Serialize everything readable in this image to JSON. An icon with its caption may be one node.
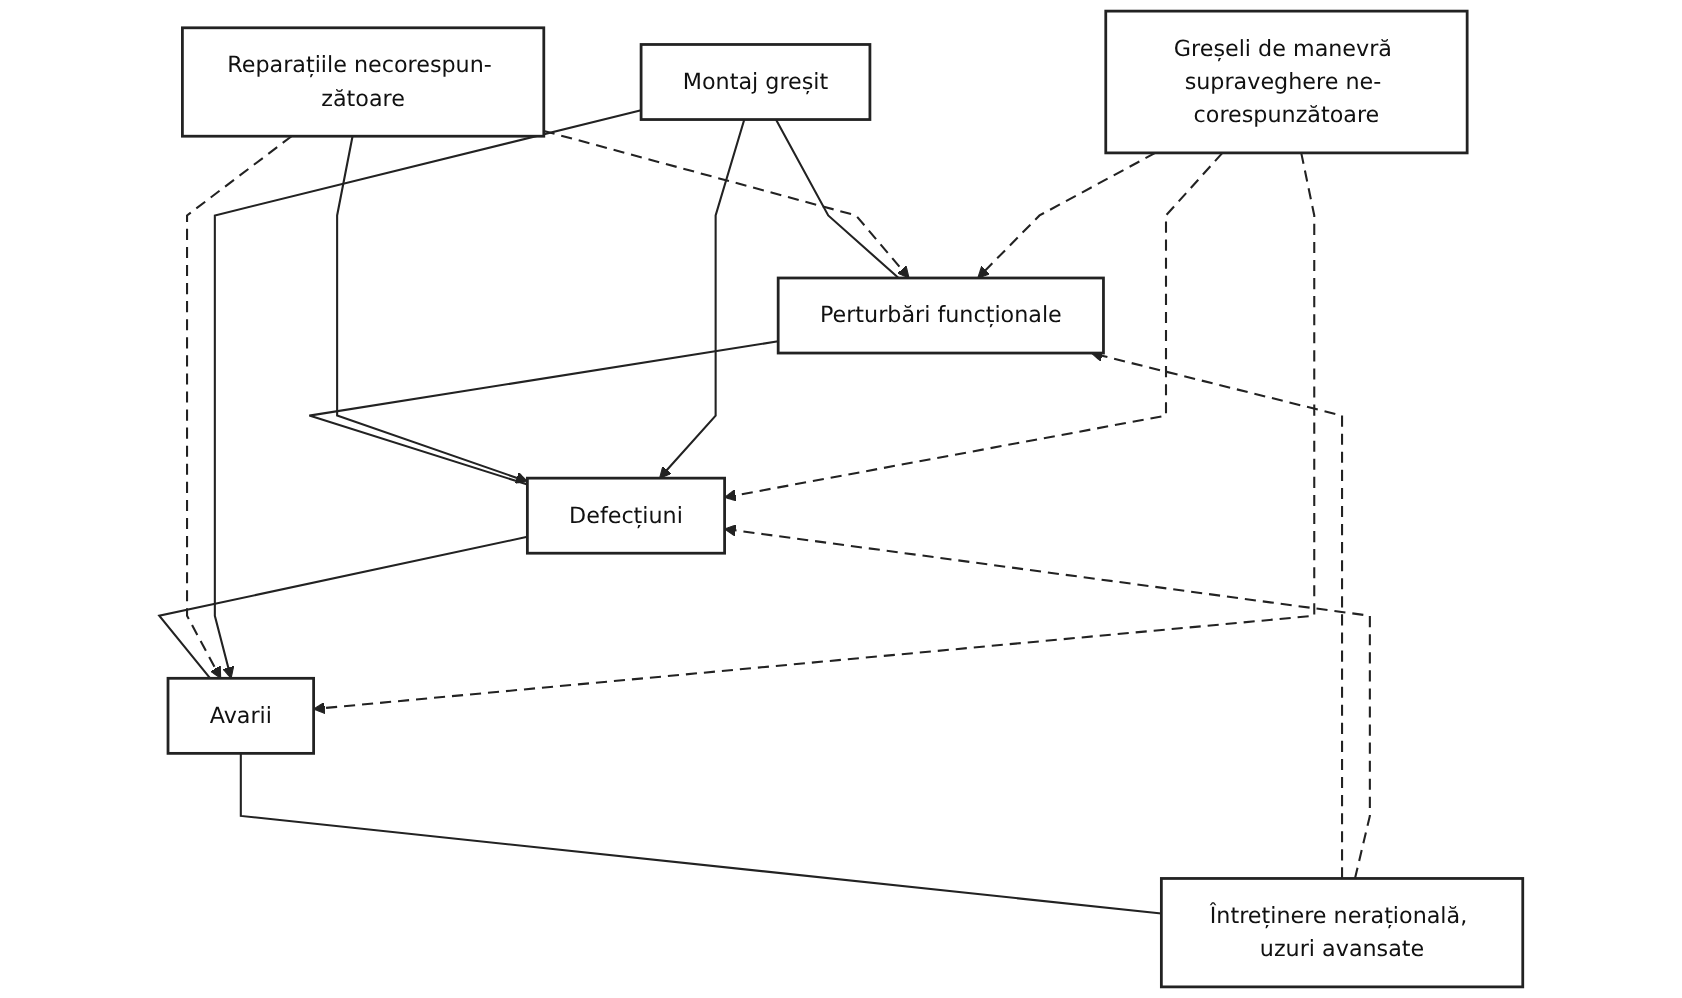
{
  "diagram": {
    "nodes": [
      {
        "text": [
          "Reparațiile necorespun- zătoare"
        ]
      },
      {
        "text": [
          "Montaj greșit"
        ]
      },
      {
        "text": [
          "Perturbări funcționale"
        ]
      },
      {
        "text": [
          "Defecțiuni"
        ]
      },
      {
        "text": [
          "Avarii"
        ]
      },
      {
        "text": [
          "Întreținere nerațională, uzuri avansate"
        ]
      },
      {
        "text": [
          "Greșeli de manevră supraveghere ne- corespunzătoare"
        ]
      }
    ],
    "edges": [
      {
        "from": 1,
        "to": 2,
        "arrow": "none"
      },
      {
        "from": 2,
        "to": 3,
        "arrow": "none"
      },
      {
        "from": 3,
        "to": 4,
        "arrow": "none"
      },
      {
        "from": 4,
        "to": 5,
        "arrow": "none"
      },
      {
        "from": 0,
        "to": 2,
        "arrow": "to",
        "style": "dashed"
      },
      {
        "from": 0,
        "to": 3,
        "arrow": "to"
      },
      {
        "from": 0,
        "to": 4,
        "arrow": "to",
        "style": "dashed"
      },
      {
        "from": 5,
        "to": 2,
        "arrow": "to",
        "style": "dashed"
      },
      {
        "from": 5,
        "to": 3,
        "arrow": "to",
        "style": "dashed"
      },
      {
        "from": 1,
        "to": 3,
        "arrow": "to"
      },
      {
        "from": 1,
        "to": 4,
        "arrow": "to"
      },
      {
        "from": 6,
        "to": 2,
        "arrow": "to",
        "style": "dashed"
      },
      {
        "from": 6,
        "to": 3,
        "arrow": "to",
        "style": "dashed"
      },
      {
        "from": 6,
        "to": 4,
        "arrow": "to",
        "style": "dashed"
      }
    ]
  }
}
